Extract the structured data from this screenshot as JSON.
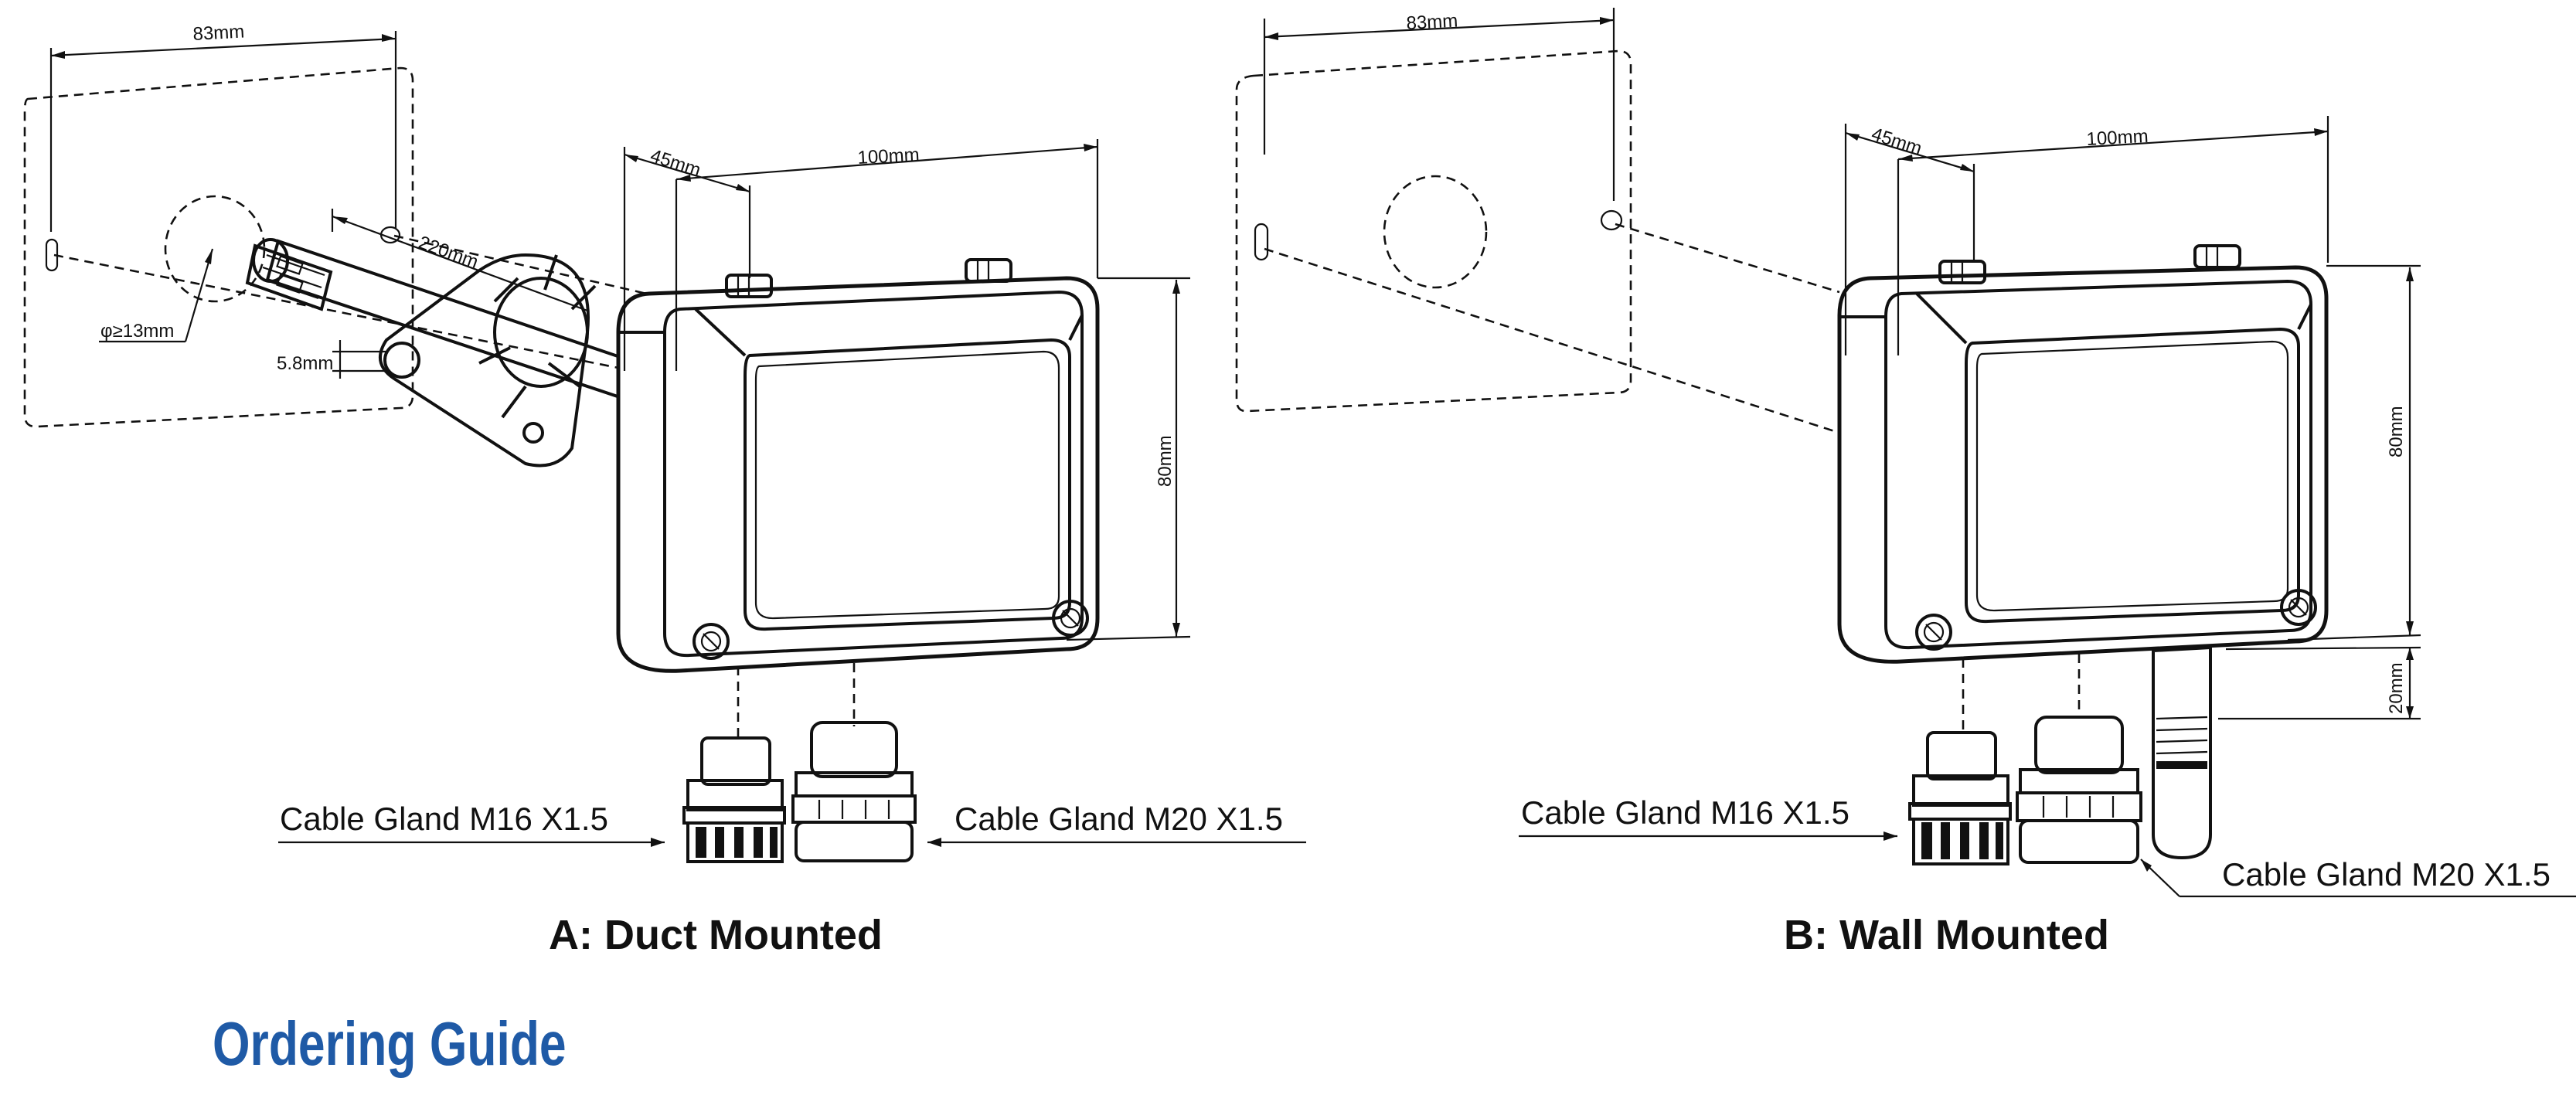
{
  "diagram_a": {
    "caption": "A: Duct Mounted",
    "dim_plate_width": "83mm",
    "dim_depth": "45mm",
    "dim_width": "100mm",
    "dim_probe_length": "220mm",
    "dim_hole": "φ≥13mm",
    "dim_slot": "5.8mm",
    "dim_height": "80mm",
    "label_gland_small": "Cable Gland M16 X1.5",
    "label_gland_large": "Cable Gland M20 X1.5"
  },
  "diagram_b": {
    "caption": "B: Wall Mounted",
    "dim_plate_width": "83mm",
    "dim_depth": "45mm",
    "dim_width": "100mm",
    "dim_height": "80mm",
    "dim_probe_length": "20mm",
    "label_gland_small": "Cable Gland M16 X1.5",
    "label_gland_large": "Cable Gland M20 X1.5"
  },
  "section_heading": "Ordering Guide",
  "colors": {
    "heading": "#1f5aa6",
    "line": "#111111"
  }
}
